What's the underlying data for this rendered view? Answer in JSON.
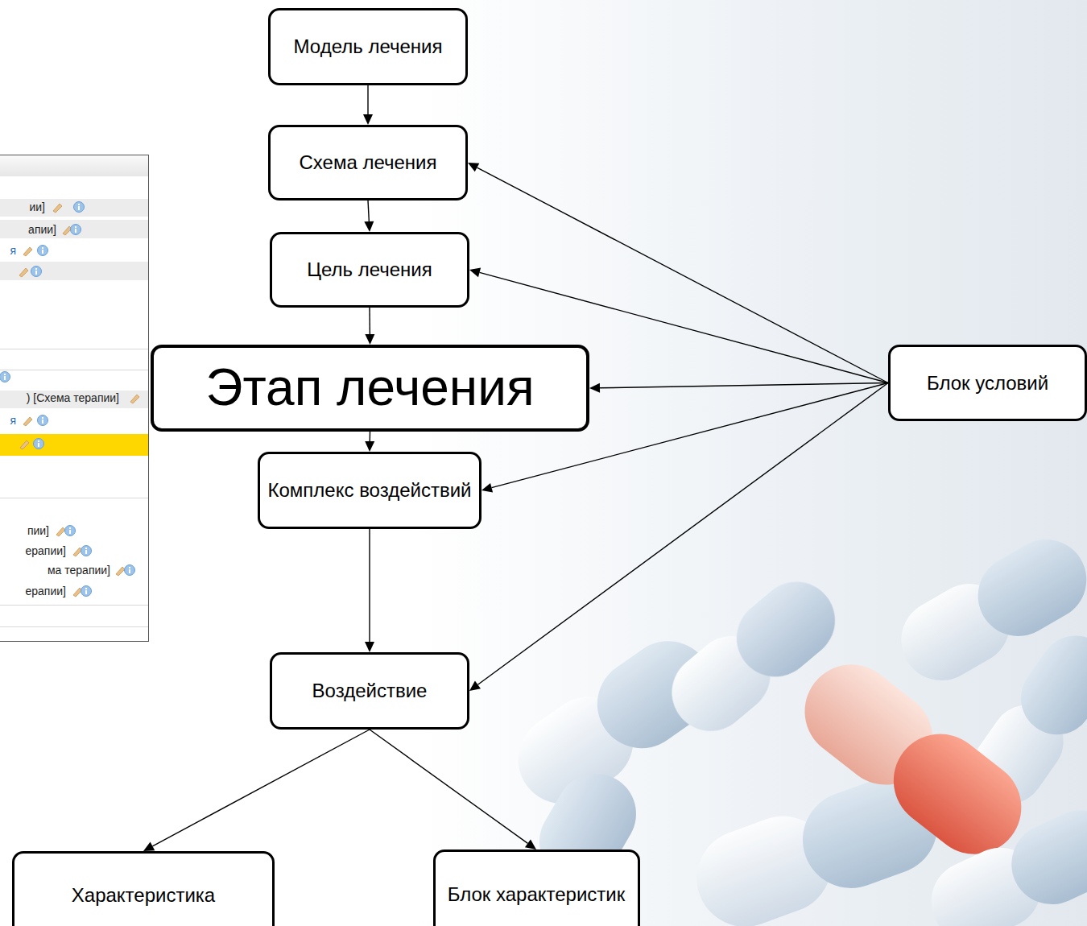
{
  "diagram": {
    "nodes": [
      {
        "text": [
          "Модель лечения"
        ]
      },
      {
        "text": [
          "Схема лечения"
        ]
      },
      {
        "text": [
          "Цель лечения"
        ]
      },
      {
        "text": [
          "Этап лечения"
        ]
      },
      {
        "text": [
          "Блок условий"
        ]
      },
      {
        "text": [
          "Комплекс воздействий"
        ]
      },
      {
        "text": [
          "Воздействие"
        ]
      },
      {
        "text": [
          "Характеристика"
        ]
      },
      {
        "text": [
          "Блок характеристик"
        ]
      }
    ],
    "edges": [
      {
        "from": 0,
        "to": 1,
        "arrow": "to"
      },
      {
        "from": 1,
        "to": 2,
        "arrow": "to"
      },
      {
        "from": 2,
        "to": 3,
        "arrow": "to"
      },
      {
        "from": 3,
        "to": 5,
        "arrow": "to"
      },
      {
        "from": 5,
        "to": 6,
        "arrow": "to"
      },
      {
        "from": 6,
        "to": 7,
        "arrow": "to"
      },
      {
        "from": 6,
        "to": 8,
        "arrow": "to"
      },
      {
        "from": 4,
        "to": 1,
        "arrow": "to"
      },
      {
        "from": 4,
        "to": 2,
        "arrow": "to"
      },
      {
        "from": 4,
        "to": 3,
        "arrow": "to"
      },
      {
        "from": 4,
        "to": 5,
        "arrow": "to"
      },
      {
        "from": 4,
        "to": 6,
        "arrow": "to"
      }
    ],
    "labels": [
      "ии]",
      "апии]",
      "я",
      ") [Схема терапии]",
      "я",
      "пии]",
      "ерапии]",
      "ма терапии]",
      "ерапии]"
    ]
  }
}
